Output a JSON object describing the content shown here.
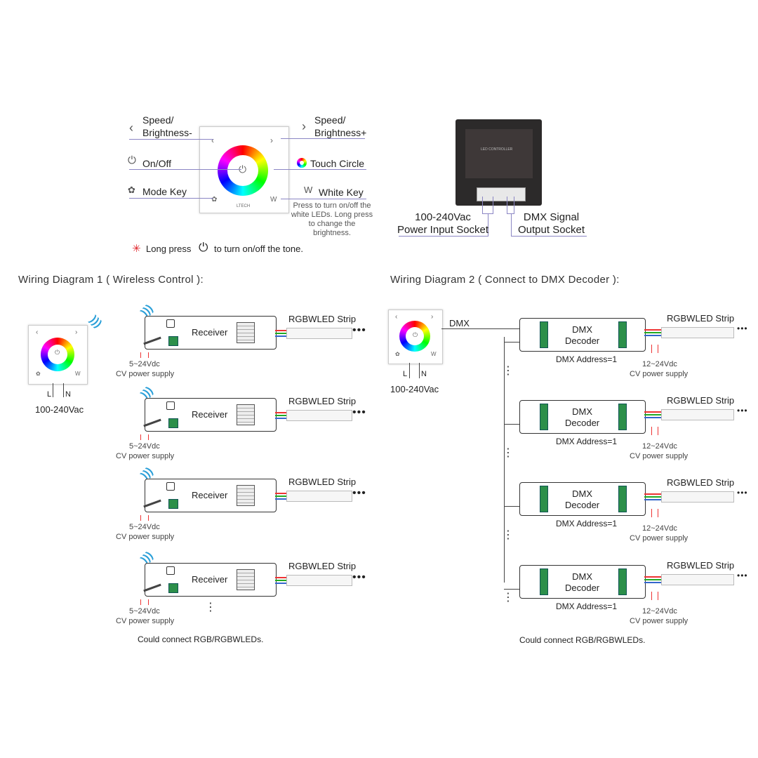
{
  "panel_front": {
    "speed_minus": [
      "Speed/",
      "Brightness-"
    ],
    "speed_plus": [
      "Speed/",
      "Brightness+"
    ],
    "on_off": "On/Off",
    "touch_circle": "Touch Circle",
    "mode_key": "Mode Key",
    "white_key": "White Key",
    "white_key_note": "Press to turn on/off the white LEDs. Long press to change the brightness.",
    "w_glyph": "W",
    "long_press_star": "✳",
    "long_press_a": "Long press",
    "long_press_b": "to turn on/off the tone.",
    "brand": "LTECH"
  },
  "panel_back": {
    "power_socket": [
      "100-240Vac",
      "Power Input Socket"
    ],
    "dmx_socket": [
      "DMX Signal",
      "Output Socket"
    ],
    "label": "LED CONTROLLER"
  },
  "diagram1": {
    "title": "Wiring Diagram 1 ( Wireless Control ):",
    "device_label": "Receiver",
    "strip_label": "RGBWLED Strip",
    "supply": [
      "5~24Vdc",
      "CV power supply"
    ],
    "panel_power": "100-240Vac",
    "l": "L",
    "n": "N",
    "footer": "Could connect RGB/RGBWLEDs."
  },
  "diagram2": {
    "title": "Wiring Diagram 2 ( Connect to DMX Decoder ):",
    "dmx_label": "DMX",
    "device_label": [
      "DMX",
      "Decoder"
    ],
    "address": "DMX Address=1",
    "strip_label": "RGBWLED Strip",
    "supply": [
      "12~24Vdc",
      "CV power supply"
    ],
    "panel_power": "100-240Vac",
    "l": "L",
    "n": "N",
    "footer": "Could connect RGB/RGBWLEDs."
  }
}
